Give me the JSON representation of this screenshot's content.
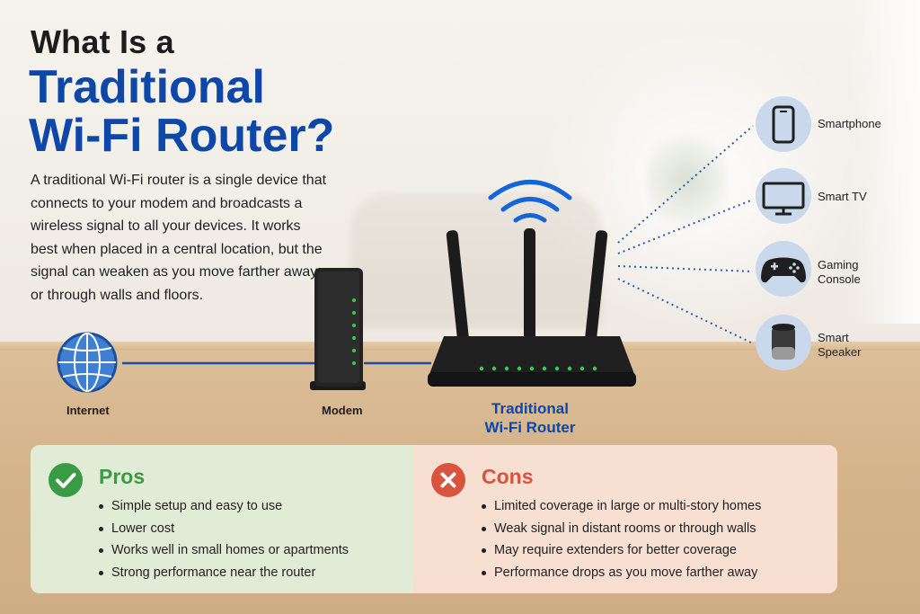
{
  "title": {
    "line1": "What Is a",
    "line2": "Traditional",
    "line3": "Wi-Fi Router?"
  },
  "description": "A traditional Wi-Fi router is a single device that connects to your modem and broadcasts a wireless signal to all your devices. It works best when placed in a central location, but the signal can weaken as you move farther away or through walls and floors.",
  "chain": {
    "internet": "Internet",
    "modem": "Modem",
    "router_line1": "Traditional",
    "router_line2": "Wi-Fi Router"
  },
  "devices": [
    {
      "label_line1": "Smartphone",
      "label_line2": "",
      "icon": "smartphone-icon"
    },
    {
      "label_line1": "Smart TV",
      "label_line2": "",
      "icon": "tv-icon"
    },
    {
      "label_line1": "Gaming",
      "label_line2": "Console",
      "icon": "game-controller-icon"
    },
    {
      "label_line1": "Smart",
      "label_line2": "Speaker",
      "icon": "smart-speaker-icon"
    }
  ],
  "pros": {
    "title": "Pros",
    "items": [
      "Simple setup and easy to use",
      "Lower cost",
      "Works well in small homes or apartments",
      "Strong performance near the router"
    ]
  },
  "cons": {
    "title": "Cons",
    "items": [
      "Limited coverage in large or multi-story homes",
      "Weak signal in distant rooms or through walls",
      "May require extenders for better coverage",
      "Performance drops as you move farther away"
    ]
  },
  "colors": {
    "title_blue": "#0d47a8",
    "pros_green": "#3a9b45",
    "cons_red": "#d9533f",
    "device_circle": "#c9d8ea"
  }
}
